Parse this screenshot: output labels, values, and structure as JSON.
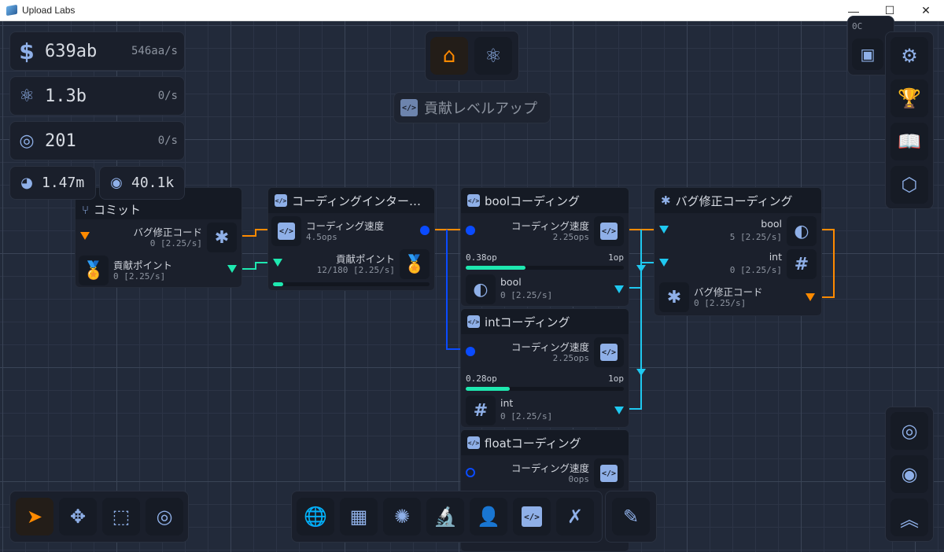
{
  "window": {
    "title": "Upload Labs",
    "minimize": "—",
    "maximize": "☐",
    "close": "✕"
  },
  "stats": {
    "money": {
      "icon": "dollar-icon",
      "value": "639ab",
      "rate": "546aa/s"
    },
    "research": {
      "icon": "atom-icon",
      "value": "1.3b",
      "rate": "0/s"
    },
    "tokens": {
      "icon": "token-icon",
      "value": "201",
      "rate": "0/s"
    },
    "pie": {
      "icon": "pie-chart-icon",
      "value": "1.47m"
    },
    "cycle": {
      "icon": "cycle-icon",
      "value": "40.1k"
    }
  },
  "top_tabs": [
    {
      "icon": "home-icon",
      "active": true
    },
    {
      "icon": "atom-icon",
      "active": false
    }
  ],
  "upgrade_button": "貢献レベルアップ",
  "corner_label": "0C",
  "nodes": {
    "commit": {
      "title": "コミット",
      "rows": [
        {
          "label": "バグ修正コード",
          "sub": "0 [2.25/s]"
        },
        {
          "label": "貢献ポイント",
          "sub": "0 [2.25/s]"
        }
      ]
    },
    "coding_interface": {
      "title": "コーディングインター…",
      "rows": [
        {
          "label": "コーディング速度",
          "sub": "4.5ops"
        },
        {
          "label": "貢献ポイント",
          "sub": "12/180 [2.25/s]"
        }
      ],
      "progress": 0.067
    },
    "bool_coding": {
      "title": "boolコーディング",
      "speed_label": "コーディング速度",
      "speed": "2.25ops",
      "progress_left": "0.38op",
      "progress_right": "1op",
      "progress": 0.38,
      "output": {
        "label": "bool",
        "sub": "0 [2.25/s]"
      }
    },
    "int_coding": {
      "title": "intコーディング",
      "speed_label": "コーディング速度",
      "speed": "2.25ops",
      "progress_left": "0.28op",
      "progress_right": "1op",
      "progress": 0.28,
      "output": {
        "label": "int",
        "sub": "0 [2.25/s]"
      }
    },
    "float_coding": {
      "title": "floatコーディング",
      "speed_label": "コーディング速度",
      "speed": "0ops"
    },
    "bugfix_coding": {
      "title": "バグ修正コーディング",
      "rows": [
        {
          "label": "bool",
          "sub": "5 [2.25/s]"
        },
        {
          "label": "int",
          "sub": "0 [2.25/s]"
        },
        {
          "label": "バグ修正コード",
          "sub": "0 [2.25/s]"
        }
      ]
    }
  },
  "icons": {
    "bool": "◐",
    "int": "#",
    "code": "</>",
    "bug": "🐞"
  },
  "colors": {
    "accent": "#ff8a00",
    "wire_cyan": "#1fc8f0",
    "wire_teal": "#1ee8b0",
    "wire_blue": "#0a4bff",
    "icon": "#8fb0e8"
  }
}
